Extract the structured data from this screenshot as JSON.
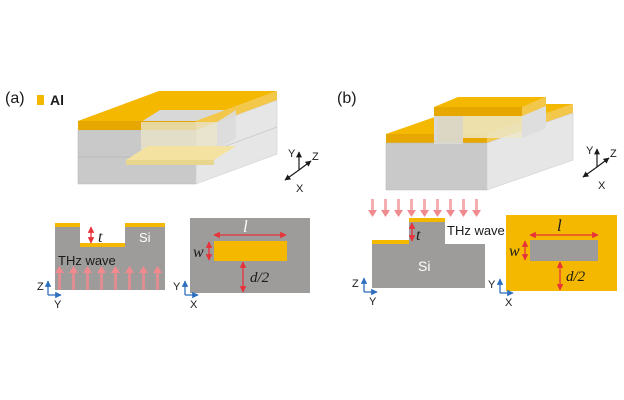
{
  "panels": {
    "a": {
      "tag": "(a)"
    },
    "b": {
      "tag": "(b)"
    }
  },
  "legend": {
    "material_label": "Al",
    "material_color": "#F5B800"
  },
  "symbols": {
    "thickness": "t",
    "length": "l",
    "width": "w",
    "offset": "d/2"
  },
  "labels": {
    "substrate": "Si",
    "wave": "THz wave"
  },
  "axes": {
    "y": "Y",
    "z": "Z",
    "x": "X"
  },
  "colors": {
    "aluminum": "#F5B800",
    "silicon_gray": "#9E9B9B",
    "arrow_red": "#E8323A",
    "wave_pink": "#F08A8E"
  }
}
